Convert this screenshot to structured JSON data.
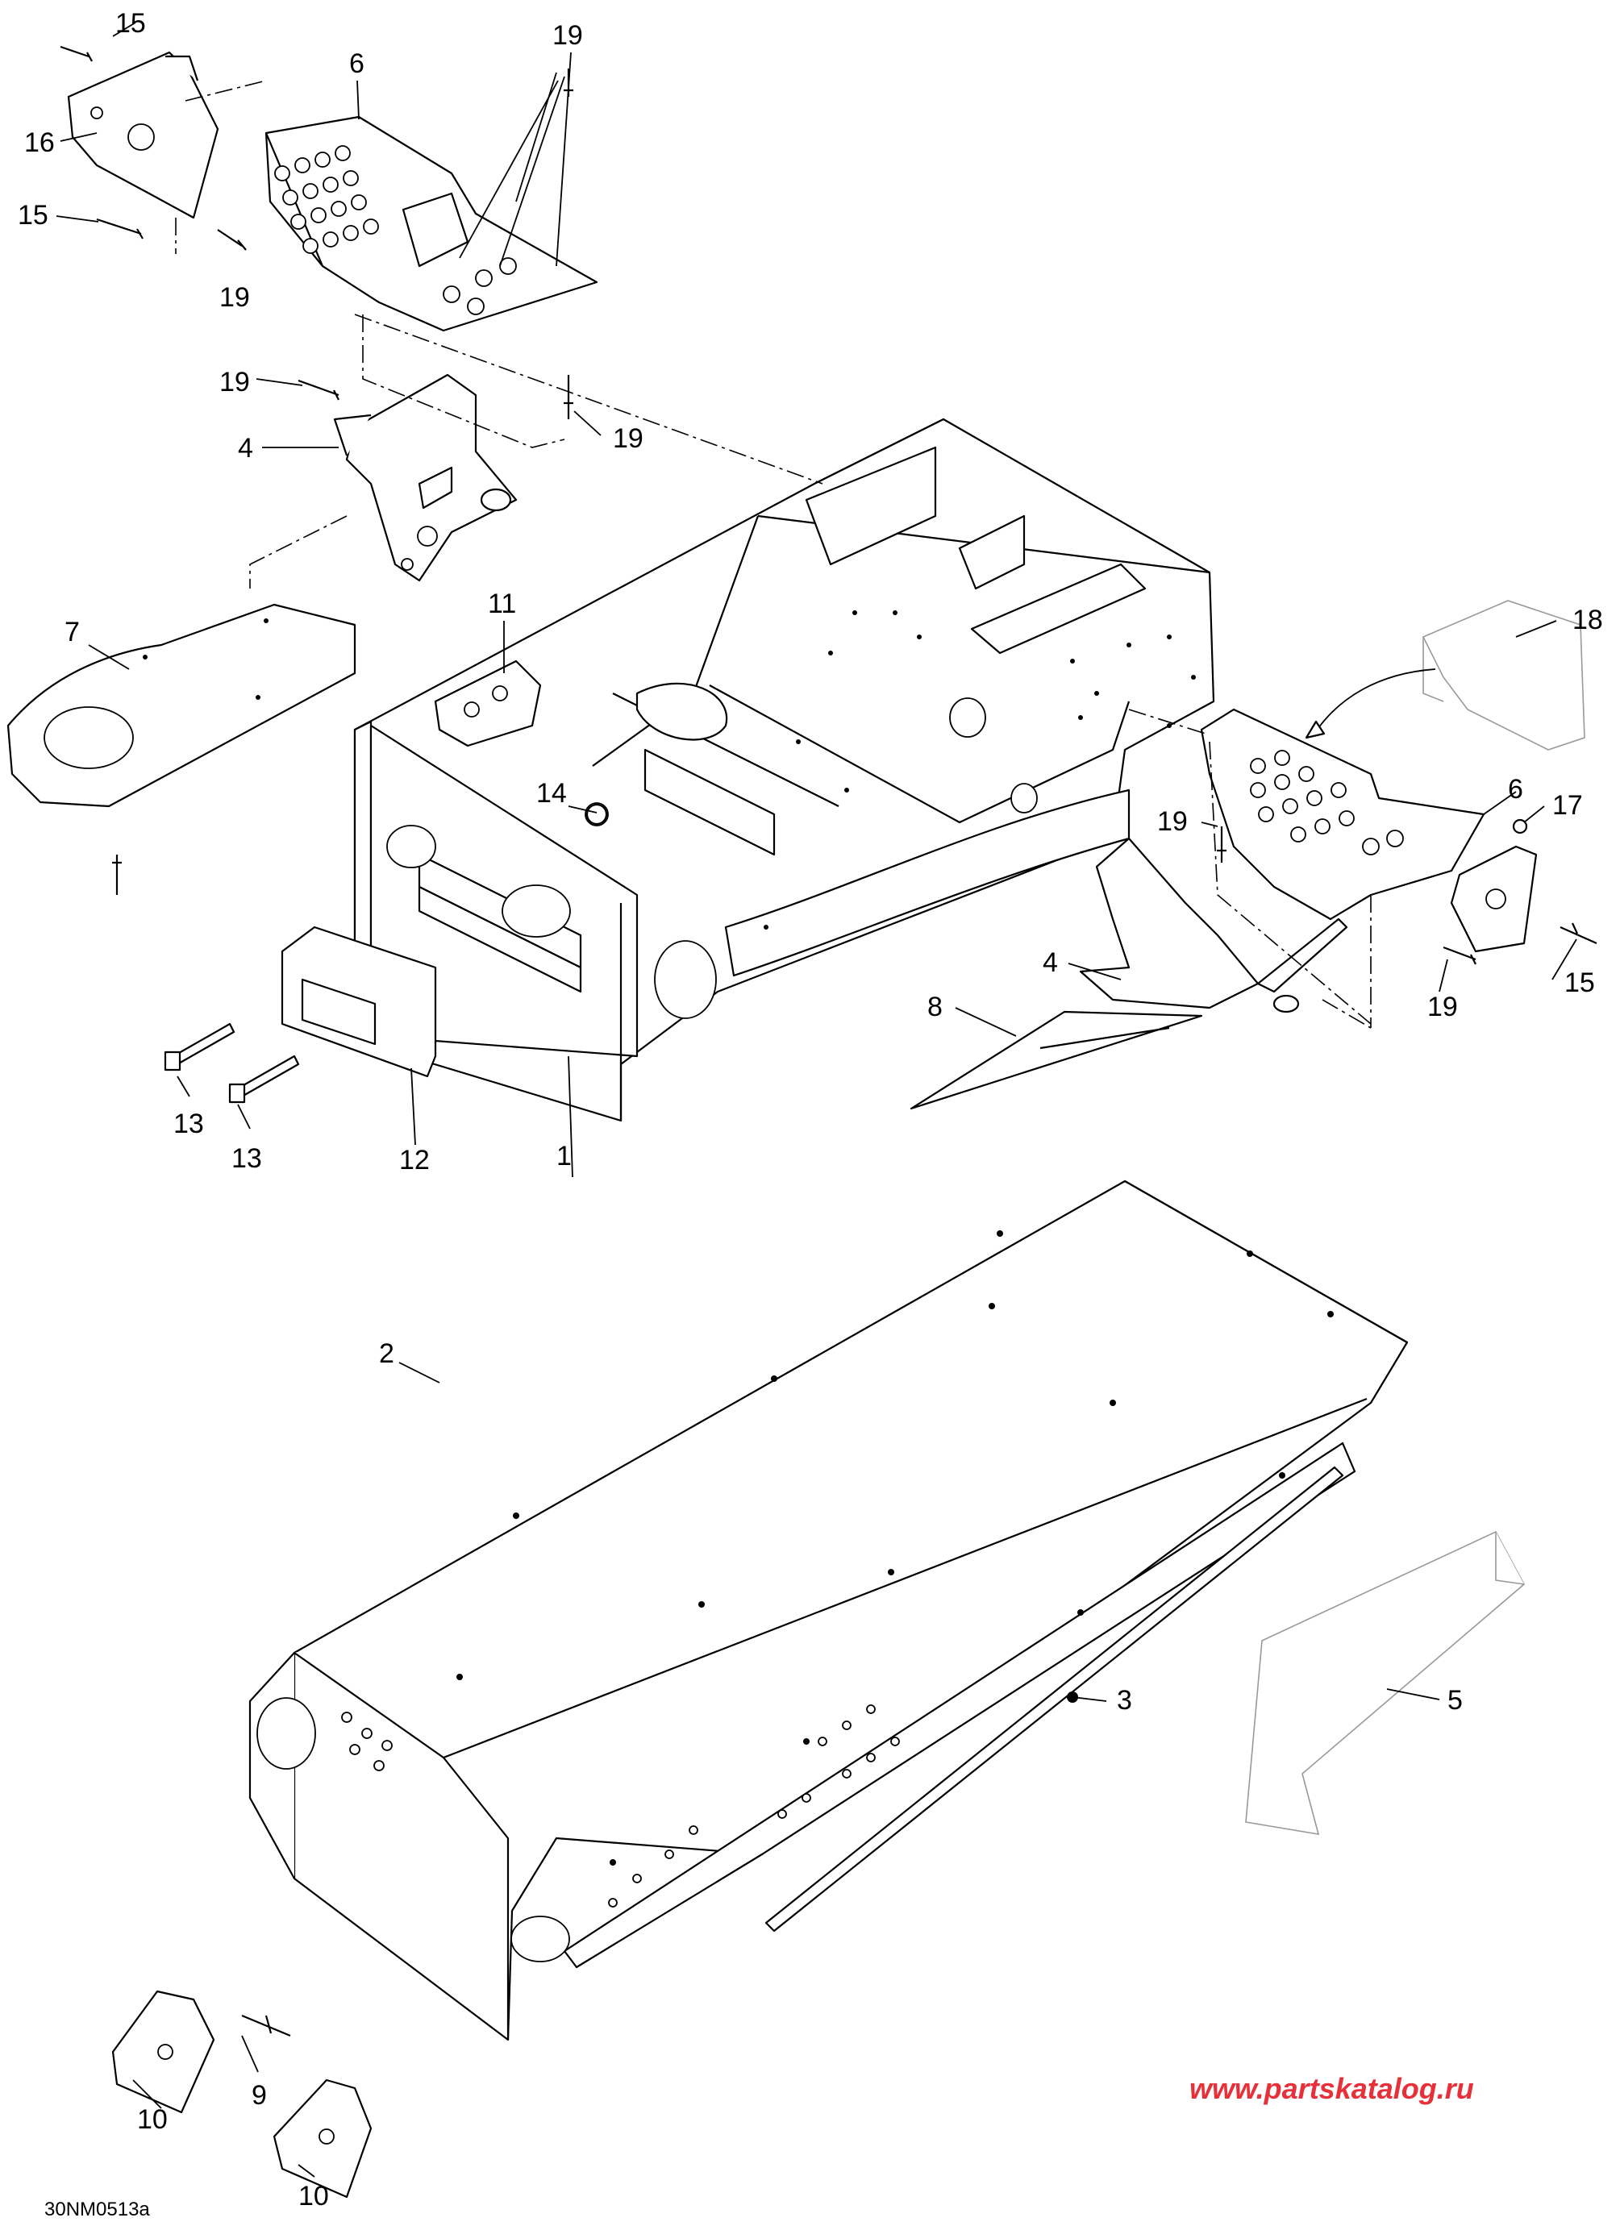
{
  "callouts": {
    "c1": "1",
    "c2": "2",
    "c3": "3",
    "c4a": "4",
    "c4b": "4",
    "c5": "5",
    "c6a": "6",
    "c6b": "6",
    "c7": "7",
    "c8": "8",
    "c9": "9",
    "c10a": "10",
    "c10b": "10",
    "c11": "11",
    "c12": "12",
    "c13a": "13",
    "c13b": "13",
    "c14": "14",
    "c15a": "15",
    "c15b": "15",
    "c15c": "15",
    "c16": "16",
    "c17": "17",
    "c18": "18",
    "c19a": "19",
    "c19b": "19",
    "c19c": "19",
    "c19d": "19",
    "c19e": "19"
  },
  "drawing_code": "30NM0513a",
  "watermark": {
    "text": "www.partskatalog.ru",
    "color": "#e8303a"
  }
}
